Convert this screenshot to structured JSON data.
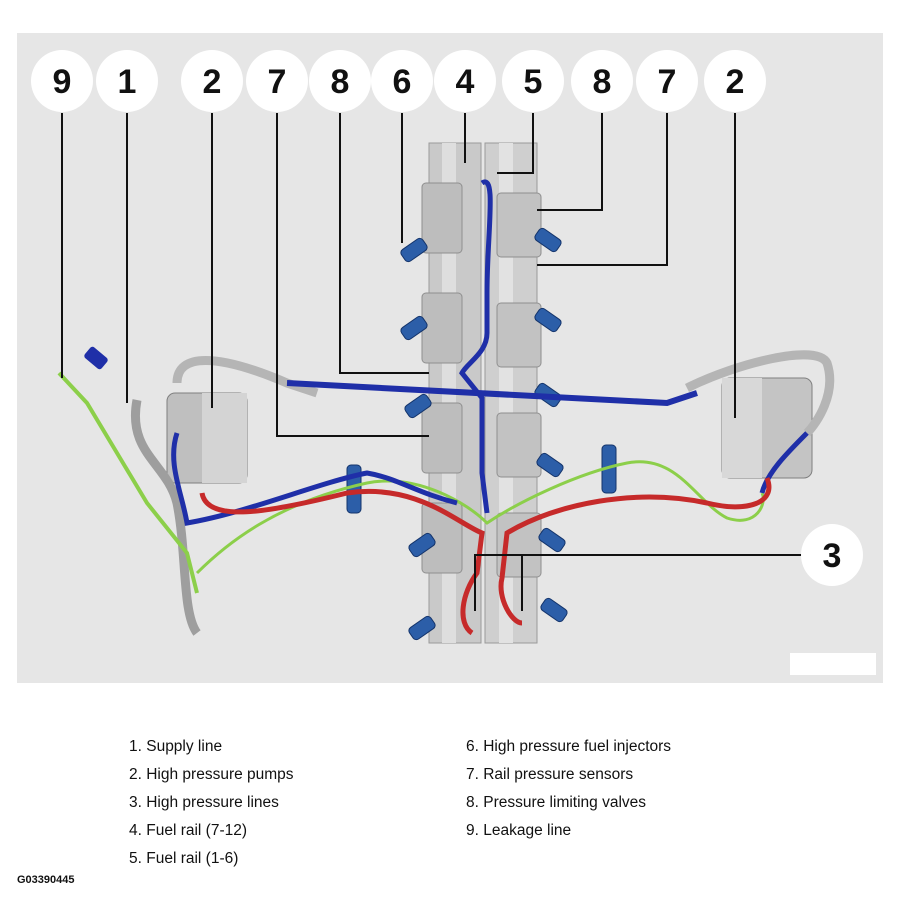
{
  "callouts_top": [
    "9",
    "1",
    "2",
    "7",
    "8",
    "6",
    "4",
    "5",
    "8",
    "7",
    "2"
  ],
  "callout_right": "3",
  "legend": {
    "left": [
      "1. Supply line",
      "2. High pressure pumps",
      "3. High pressure lines",
      "4. Fuel rail (7-12)",
      "5. Fuel rail (1-6)"
    ],
    "right": [
      "6. High pressure fuel injectors",
      "7. Rail pressure sensors",
      "8. Pressure limiting valves",
      "9. Leakage line"
    ]
  },
  "figure_code": "G03390445",
  "colors": {
    "background": "#e6e6e6",
    "low_pressure_line": "#1f2fa8",
    "high_pressure_line": "#c62a2a",
    "leakage_line": "#8ccf4a",
    "supply_return_pipe": "#b5b5b5",
    "callout_circle": "#ffffff"
  },
  "icons": [
    "fuel-rail-assembly",
    "high-pressure-pump",
    "fuel-injector",
    "pressure-sensor",
    "pressure-limiting-valve"
  ]
}
